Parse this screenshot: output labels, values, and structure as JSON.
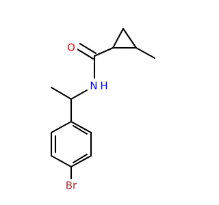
{
  "molecule": {
    "atoms": {
      "oxygen": "O",
      "nitrogen": "N",
      "hydrogen": "H",
      "bromine": "Br"
    },
    "colors": {
      "oxygen": "#ff0000",
      "nitrogen": "#0000ff",
      "bromine": "#a52a2a",
      "bond": "#000000",
      "background": "#ffffff"
    }
  }
}
